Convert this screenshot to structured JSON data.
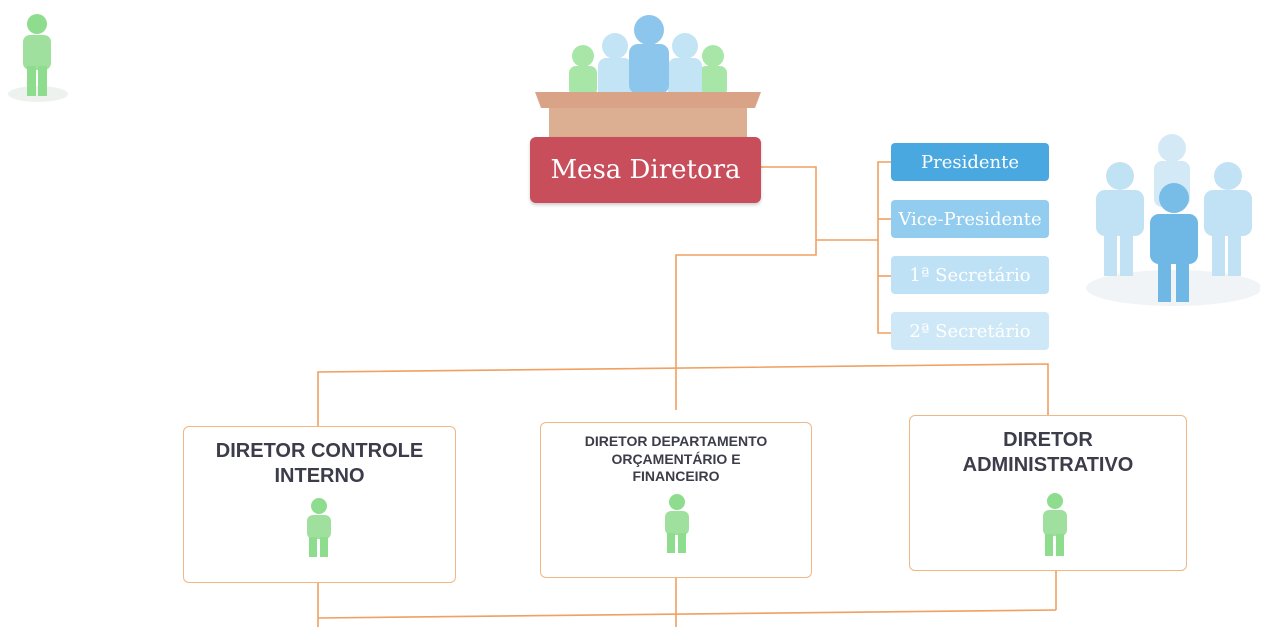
{
  "header": {
    "title": "Mesa Diretora"
  },
  "roles": [
    "Presidente",
    "Vice-Presidente",
    "1ª Secretário",
    "2ª Secretário"
  ],
  "directors": [
    {
      "title": "DIRETOR CONTROLE INTERNO"
    },
    {
      "title": "DIRETOR DEPARTAMENTO ORÇAMENTÁRIO E FINANCEIRO"
    },
    {
      "title": "DIRETOR ADMINISTRATIVO"
    }
  ],
  "icons": [
    "person-icon",
    "group-icon",
    "podium-icon"
  ],
  "colors": {
    "title_bg": "#c84e5c",
    "role_primary": "#4aa8e0",
    "connector": "#f0a060",
    "person_green": "#8edc8e"
  }
}
